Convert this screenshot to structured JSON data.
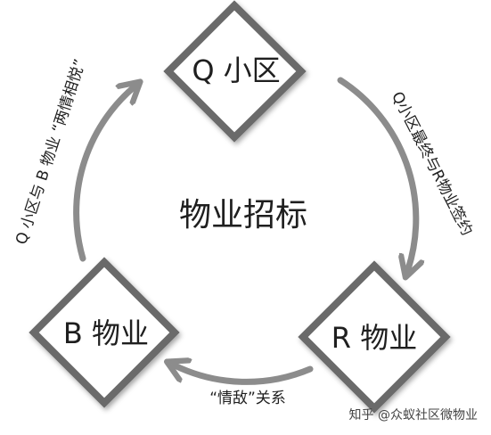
{
  "nodes": {
    "q": {
      "label": "Q 小区"
    },
    "b": {
      "label": "B 物业"
    },
    "r": {
      "label": "R 物业"
    }
  },
  "center": {
    "label": "物业招标"
  },
  "edges": {
    "q_to_r": {
      "label": "Q小区最终与R物业签约"
    },
    "r_to_b": {
      "label": "“情敌”关系"
    },
    "b_to_q": {
      "label": "Q 小区与 B 物业 “两情相悦”"
    }
  },
  "watermark": {
    "text": "知乎 @众蚁社区微物业"
  },
  "colors": {
    "diamond_border": "#6b6b6b",
    "arrow": "#8c8c8c",
    "text": "#1f1f1f"
  }
}
